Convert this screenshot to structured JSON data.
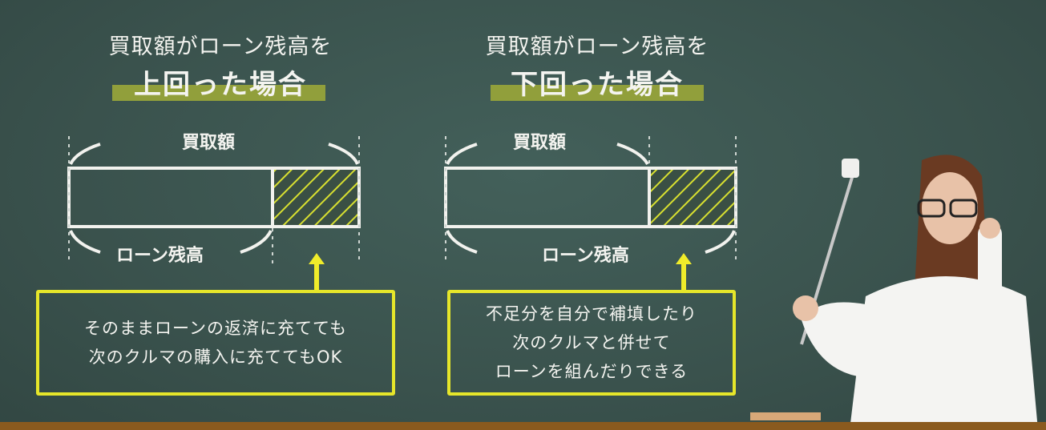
{
  "left_panel": {
    "title_line1": "買取額がローン残高を",
    "title_line2": "上回った場合",
    "top_label": "買取額",
    "bottom_label": "ローン残高",
    "box_lines": [
      "そのままローンの返済に充てても",
      "次のクルマの購入に充ててもOK"
    ]
  },
  "right_panel": {
    "title_line1": "買取額がローン残高を",
    "title_line2": "下回った場合",
    "top_label": "買取額",
    "bottom_label": "ローン残高",
    "box_lines": [
      "不足分を自分で補填したり",
      "次のクルマと併せて",
      "ローンを組んだりできる"
    ]
  },
  "colors": {
    "board": "#3d5450",
    "chalk": "#f4f4f0",
    "highlight": "#e6e62a",
    "underline": "#96a33a"
  }
}
